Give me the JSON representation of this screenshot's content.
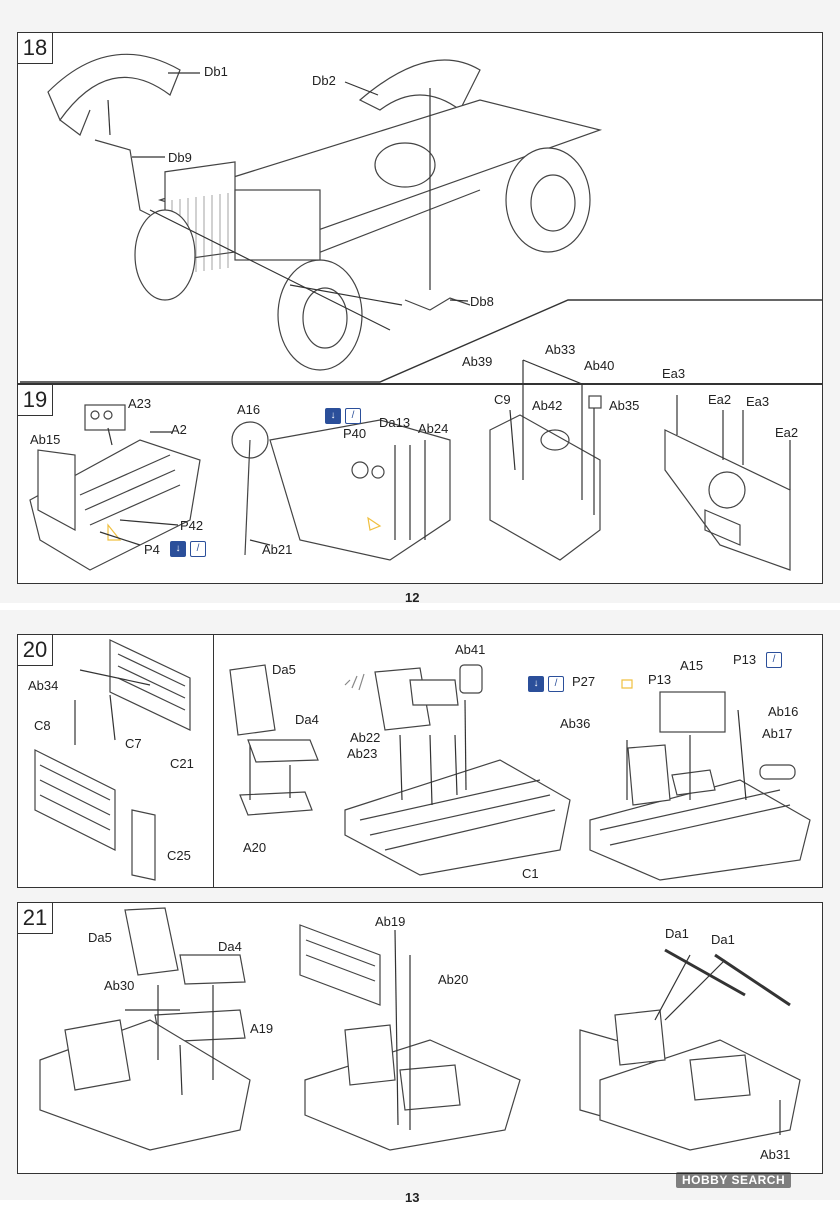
{
  "pages": [
    {
      "number": "12"
    },
    {
      "number": "13"
    }
  ],
  "steps": [
    {
      "number": "18",
      "parts": [
        "Db1",
        "Db2",
        "Db9",
        "Db8"
      ]
    },
    {
      "number": "19",
      "parts": [
        "A23",
        "A2",
        "Ab15",
        "P42",
        "P4",
        "A16",
        "Ab21",
        "P40",
        "Da13",
        "Ab24",
        "Ab39",
        "Ab33",
        "Ab40",
        "C9",
        "Ab42",
        "Ab35",
        "Ea3",
        "Ea2",
        "Ea3",
        "Ea2"
      ]
    },
    {
      "number": "20",
      "parts": [
        "Ab34",
        "C8",
        "C7",
        "C21",
        "C25",
        "Da5",
        "Da4",
        "A20",
        "Ab41",
        "Ab22",
        "Ab23",
        "C1",
        "P27",
        "P13",
        "A15",
        "P13",
        "Ab36",
        "Ab16",
        "Ab17"
      ]
    },
    {
      "number": "21",
      "parts": [
        "Da5",
        "Da4",
        "Ab30",
        "A19",
        "Ab19",
        "Ab20",
        "Da1",
        "Da1",
        "Ab31"
      ]
    }
  ],
  "icons": {
    "paint_icon": "brush-icon",
    "glue_icon": "glue-icon",
    "accent": "#2b4f9a",
    "highlight": "#f0c040"
  },
  "watermark": "HOBBY SEARCH"
}
